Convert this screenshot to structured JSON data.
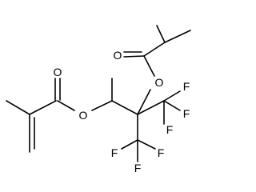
{
  "diagram": {
    "type": "chemical-structure",
    "atoms": {
      "o_carbonyl_methacrylate": "O",
      "o_ester_methacrylate": "O",
      "o_carbonyl_isobutyrate": "O",
      "o_ester_isobutyrate": "O",
      "f1": "F",
      "f2": "F",
      "f3": "F",
      "f4": "F",
      "f5": "F",
      "f6": "F"
    }
  }
}
